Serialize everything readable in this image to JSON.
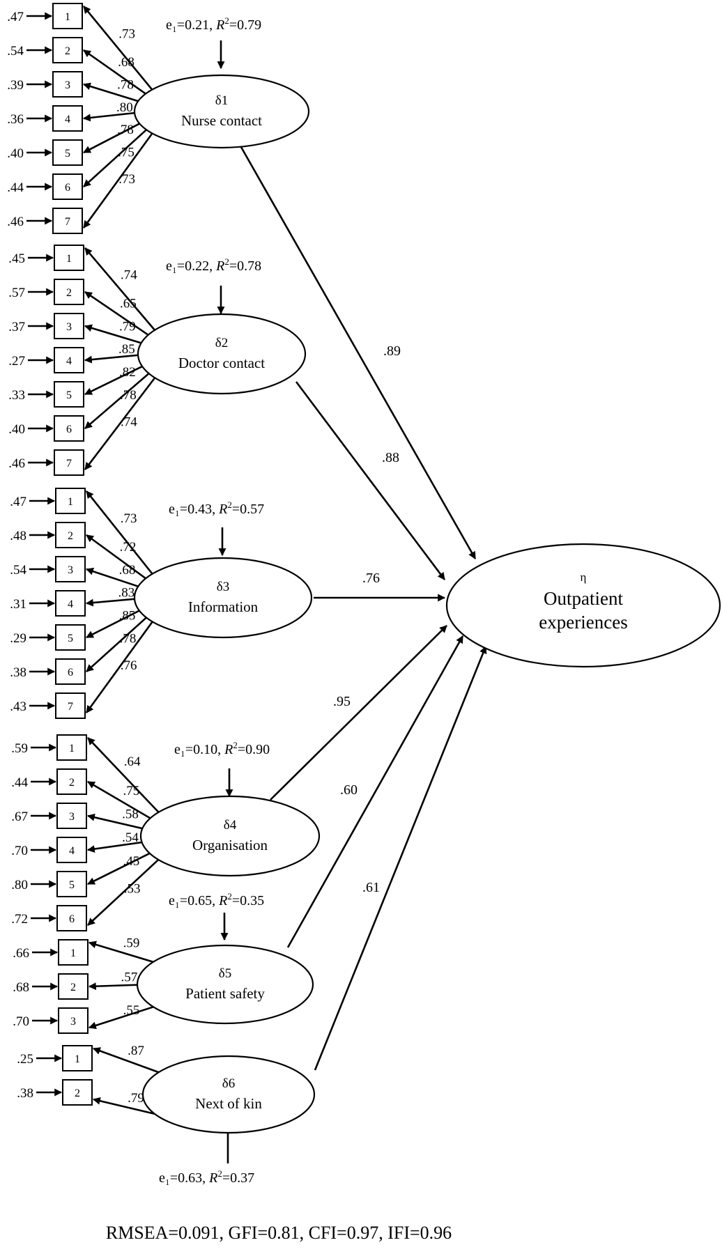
{
  "constructs": [
    {
      "symbol": "δ1",
      "name": "Nurse contact",
      "stats": {
        "e_label": "e₁=0.21, ",
        "r2_label": "R",
        "r2_sup": "2",
        "r2_value": "=0.79"
      },
      "indicators": [
        {
          "label": "1",
          "error": ".47",
          "loading": ".73"
        },
        {
          "label": "2",
          "error": ".54",
          "loading": ".68"
        },
        {
          "label": "3",
          "error": ".39",
          "loading": ".78"
        },
        {
          "label": "4",
          "error": ".36",
          "loading": ".80"
        },
        {
          "label": "5",
          "error": ".40",
          "loading": ".78"
        },
        {
          "label": "6",
          "error": ".44",
          "loading": ".75"
        },
        {
          "label": "7",
          "error": ".46",
          "loading": ".73"
        }
      ],
      "path_coefficient": ".89"
    },
    {
      "symbol": "δ2",
      "name": "Doctor contact",
      "stats": {
        "e_label": "e₁=0.22, ",
        "r2_label": "R",
        "r2_sup": "2",
        "r2_value": "=0.78"
      },
      "indicators": [
        {
          "label": "1",
          "error": ".45",
          "loading": ".74"
        },
        {
          "label": "2",
          "error": ".57",
          "loading": ".65"
        },
        {
          "label": "3",
          "error": ".37",
          "loading": ".79"
        },
        {
          "label": "4",
          "error": ".27",
          "loading": ".85"
        },
        {
          "label": "5",
          "error": ".33",
          "loading": ".82"
        },
        {
          "label": "6",
          "error": ".40",
          "loading": ".78"
        },
        {
          "label": "7",
          "error": ".46",
          "loading": ".74"
        }
      ],
      "path_coefficient": ".88"
    },
    {
      "symbol": "δ3",
      "name": "Information",
      "stats": {
        "e_label": "e₁=0.43, ",
        "r2_label": "R",
        "r2_sup": "2",
        "r2_value": "=0.57"
      },
      "indicators": [
        {
          "label": "1",
          "error": ".47",
          "loading": ".73"
        },
        {
          "label": "2",
          "error": ".48",
          "loading": ".72"
        },
        {
          "label": "3",
          "error": ".54",
          "loading": ".68"
        },
        {
          "label": "4",
          "error": ".31",
          "loading": ".83"
        },
        {
          "label": "5",
          "error": ".29",
          "loading": ".85"
        },
        {
          "label": "6",
          "error": ".38",
          "loading": ".78"
        },
        {
          "label": "7",
          "error": ".43",
          "loading": ".76"
        }
      ],
      "path_coefficient": ".76"
    },
    {
      "symbol": "δ4",
      "name": "Organisation",
      "stats": {
        "e_label": "e₁=0.10, ",
        "r2_label": "R",
        "r2_sup": "2",
        "r2_value": "=0.90"
      },
      "indicators": [
        {
          "label": "1",
          "error": ".59",
          "loading": ".64"
        },
        {
          "label": "2",
          "error": ".44",
          "loading": ".75"
        },
        {
          "label": "3",
          "error": ".67",
          "loading": ".58"
        },
        {
          "label": "4",
          "error": ".70",
          "loading": ".54"
        },
        {
          "label": "5",
          "error": ".80",
          "loading": ".45"
        },
        {
          "label": "6",
          "error": ".72",
          "loading": ".53"
        }
      ],
      "path_coefficient": ".95"
    },
    {
      "symbol": "δ5",
      "name": "Patient safety",
      "stats": {
        "e_label": "e₁=0.65, ",
        "r2_label": "R",
        "r2_sup": "2",
        "r2_value": "=0.35"
      },
      "indicators": [
        {
          "label": "1",
          "error": ".66",
          "loading": ".59"
        },
        {
          "label": "2",
          "error": ".68",
          "loading": ".57"
        },
        {
          "label": "3",
          "error": ".70",
          "loading": ".55"
        }
      ],
      "path_coefficient": ".60"
    },
    {
      "symbol": "δ6",
      "name": "Next of kin",
      "stats": {
        "e_label": "e₁=0.63, ",
        "r2_label": "R",
        "r2_sup": "2",
        "r2_value": "=0.37"
      },
      "indicators": [
        {
          "label": "1",
          "error": ".25",
          "loading": ".87"
        },
        {
          "label": "2",
          "error": ".38",
          "loading": ".79"
        }
      ],
      "path_coefficient": ".61"
    }
  ],
  "outcome": {
    "symbol": "η",
    "name_line1": "Outpatient",
    "name_line2": "experiences"
  },
  "fit_indices": "RMSEA=0.091, GFI=0.81, CFI=0.97, IFI=0.96"
}
